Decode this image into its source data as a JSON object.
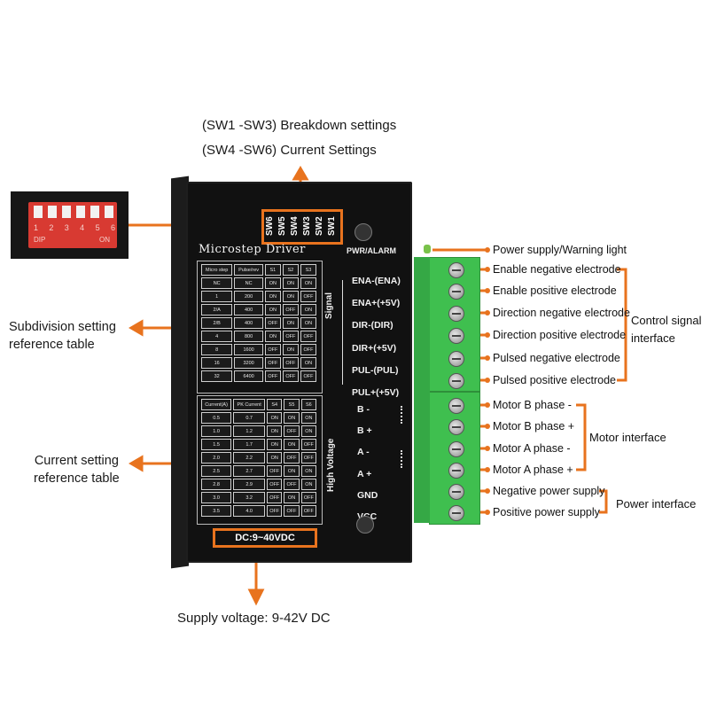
{
  "header": {
    "sw_breakdown": "(SW1 -SW3) Breakdown settings",
    "sw_current": "(SW4 -SW6) Current Settings"
  },
  "dip": {
    "numbers": [
      "1",
      "2",
      "3",
      "4",
      "5",
      "6"
    ],
    "dip_text": "DIP",
    "on_text": "ON"
  },
  "driver": {
    "title": "Microstep Driver",
    "pwr_alarm": "PWR/ALARM",
    "signal": "Signal",
    "high_voltage": "High Voltage",
    "dc_label": "DC:9~40VDC",
    "sw_labels": [
      "SW6",
      "SW5",
      "SW4",
      "SW3",
      "SW2",
      "SW1"
    ],
    "signal_pins": [
      "ENA-(ENA)",
      "ENA+(+5V)",
      "DIR-(DIR)",
      "DIR+(+5V)",
      "PUL-(PUL)",
      "PUL+(+5V)"
    ],
    "hv_pins": [
      "B -",
      "B +",
      "A -",
      "A +",
      "GND",
      "VCC"
    ]
  },
  "microstep_table": {
    "headers": [
      "Micro step",
      "Pulse/rev",
      "S1",
      "S2",
      "S3"
    ],
    "rows": [
      [
        "NC",
        "NC",
        "ON",
        "ON",
        "ON"
      ],
      [
        "1",
        "200",
        "ON",
        "ON",
        "OFF"
      ],
      [
        "2/A",
        "400",
        "ON",
        "OFF",
        "ON"
      ],
      [
        "2/B",
        "400",
        "OFF",
        "ON",
        "ON"
      ],
      [
        "4",
        "800",
        "ON",
        "OFF",
        "OFF"
      ],
      [
        "8",
        "1600",
        "OFF",
        "ON",
        "OFF"
      ],
      [
        "16",
        "3200",
        "OFF",
        "OFF",
        "ON"
      ],
      [
        "32",
        "6400",
        "OFF",
        "OFF",
        "OFF"
      ]
    ]
  },
  "current_table": {
    "headers": [
      "Current(A)",
      "PK Current",
      "S4",
      "S5",
      "S6"
    ],
    "rows": [
      [
        "0.5",
        "0.7",
        "ON",
        "ON",
        "ON"
      ],
      [
        "1.0",
        "1.2",
        "ON",
        "OFF",
        "ON"
      ],
      [
        "1.5",
        "1.7",
        "ON",
        "ON",
        "OFF"
      ],
      [
        "2.0",
        "2.2",
        "ON",
        "OFF",
        "OFF"
      ],
      [
        "2.5",
        "2.7",
        "OFF",
        "ON",
        "ON"
      ],
      [
        "2.8",
        "2.9",
        "OFF",
        "OFF",
        "ON"
      ],
      [
        "3.0",
        "3.2",
        "OFF",
        "ON",
        "OFF"
      ],
      [
        "3.5",
        "4.0",
        "OFF",
        "OFF",
        "OFF"
      ]
    ]
  },
  "callouts": {
    "subdivision": [
      "Subdivision setting",
      "reference table"
    ],
    "current": [
      "Current setting",
      "reference table"
    ],
    "supply": "Supply voltage: 9-42V DC"
  },
  "right_labels": {
    "power_light": "Power supply/Warning light",
    "control": [
      "Enable negative electrode",
      "Enable positive electrode",
      "Direction negative electrode",
      "Direction positive electrode",
      "Pulsed negative electrode",
      "Pulsed positive electrode"
    ],
    "motor": [
      "Motor B phase -",
      "Motor B phase +",
      "Motor A phase -",
      "Motor A phase +"
    ],
    "power": [
      "Negative power supply",
      "Positive power supply"
    ],
    "control_group": [
      "Control signal",
      "interface"
    ],
    "motor_group": "Motor interface",
    "power_group": "Power interface"
  },
  "colors": {
    "accent": "#e8731e",
    "terminal_green": "#3fbf4f",
    "driver_body": "#111111",
    "dip_red": "#d83a32"
  }
}
